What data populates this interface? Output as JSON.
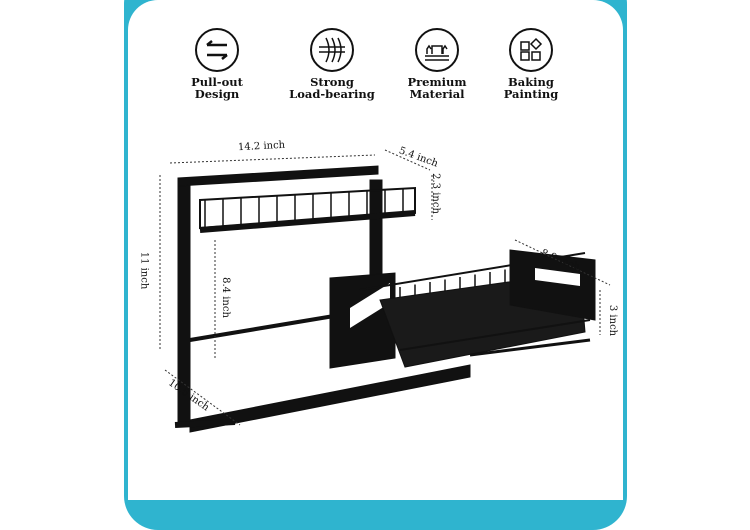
{
  "features": [
    {
      "icon": "arrows-exchange-icon",
      "line1": "Pull-out",
      "line2": "Design"
    },
    {
      "icon": "load-bearing-icon",
      "line1": "Strong",
      "line2": "Load-bearing"
    },
    {
      "icon": "premium-material-icon",
      "line1": "Premium",
      "line2": "Material"
    },
    {
      "icon": "baking-painting-icon",
      "line1": "Baking",
      "line2": "Painting"
    }
  ],
  "dimensions": {
    "width": "14.2 inch",
    "depth": "5.4 inch",
    "basket_height": "2.3 inch",
    "total_height": "11 inch",
    "inner_height": "8.4 inch",
    "drawer_width": "8.9 inch",
    "drawer_height": "3 inch",
    "base_depth": "10.6 inch"
  },
  "colors": {
    "border": "#2fb4cf",
    "product": "#111111"
  }
}
